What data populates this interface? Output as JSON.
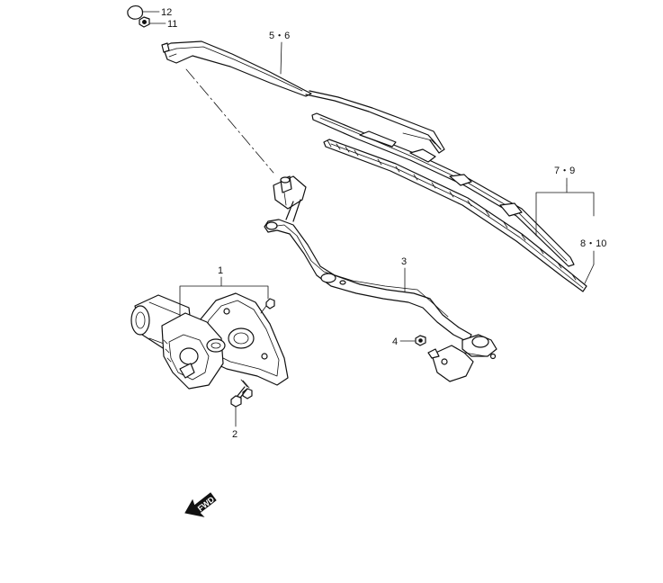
{
  "diagram": {
    "callouts": {
      "c1": "1",
      "c2": "2",
      "c3": "3",
      "c4": "4",
      "c5_6": "5・6",
      "c7_9": "7・9",
      "c8_10": "8・10",
      "c11": "11",
      "c12": "12"
    },
    "fwd_label": "FWD"
  }
}
